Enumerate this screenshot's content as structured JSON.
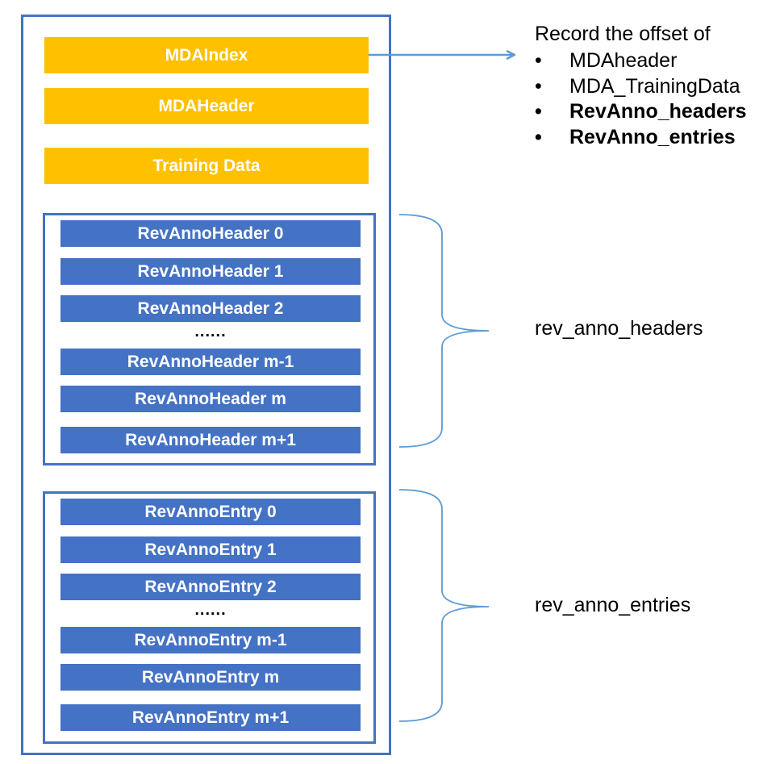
{
  "file_layout": {
    "top_blocks": [
      "MDAIndex",
      "MDAHeader",
      "Training Data"
    ],
    "header_blocks": [
      "RevAnnoHeader 0",
      "RevAnnoHeader 1",
      "RevAnnoHeader 2",
      "RevAnnoHeader m-1",
      "RevAnnoHeader m",
      "RevAnnoHeader m+1"
    ],
    "header_ellipsis": "......",
    "entry_blocks": [
      "RevAnnoEntry 0",
      "RevAnnoEntry 1",
      "RevAnnoEntry 2",
      "RevAnnoEntry m-1",
      "RevAnnoEntry m",
      "RevAnnoEntry m+1"
    ],
    "entry_ellipsis": "......"
  },
  "offset_note": {
    "title": "Record the offset of",
    "bullet_char": "•",
    "items": [
      {
        "text": "MDAheader",
        "bold": false
      },
      {
        "text": "MDA_TrainingData",
        "bold": false
      },
      {
        "text": "RevAnno_headers",
        "bold": true
      },
      {
        "text": "RevAnno_entries",
        "bold": true
      }
    ]
  },
  "brace_labels": {
    "headers": "rev_anno_headers",
    "entries": "rev_anno_entries"
  },
  "colors": {
    "block_yellow": "#ffc000",
    "block_blue": "#4472c4",
    "line_blue": "#5b9bd5"
  }
}
